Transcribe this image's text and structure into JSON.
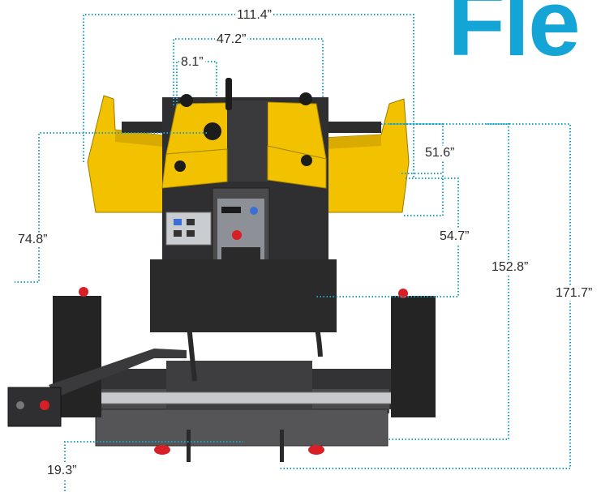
{
  "title_fragment": "Fle",
  "colors": {
    "accent": "#14a4d6",
    "dimension_line": "#1aa3c8",
    "machine_yellow": "#f2c200",
    "machine_dark": "#3a3a3c",
    "console_gray": "#4a4a4d",
    "light_red": "#d81f26"
  },
  "dimensions": {
    "overall_width": "111.4”",
    "hopper_center_width": "47.2”",
    "offset_top": "8.1”",
    "height_left": "74.8”",
    "height_a": "51.6”",
    "height_b": "54.7”",
    "length_a": "152.8”",
    "length_b": "171.7”",
    "bottom_offset": "19.3”"
  },
  "image": {
    "subject": "asphalt-paver-rear-view"
  }
}
